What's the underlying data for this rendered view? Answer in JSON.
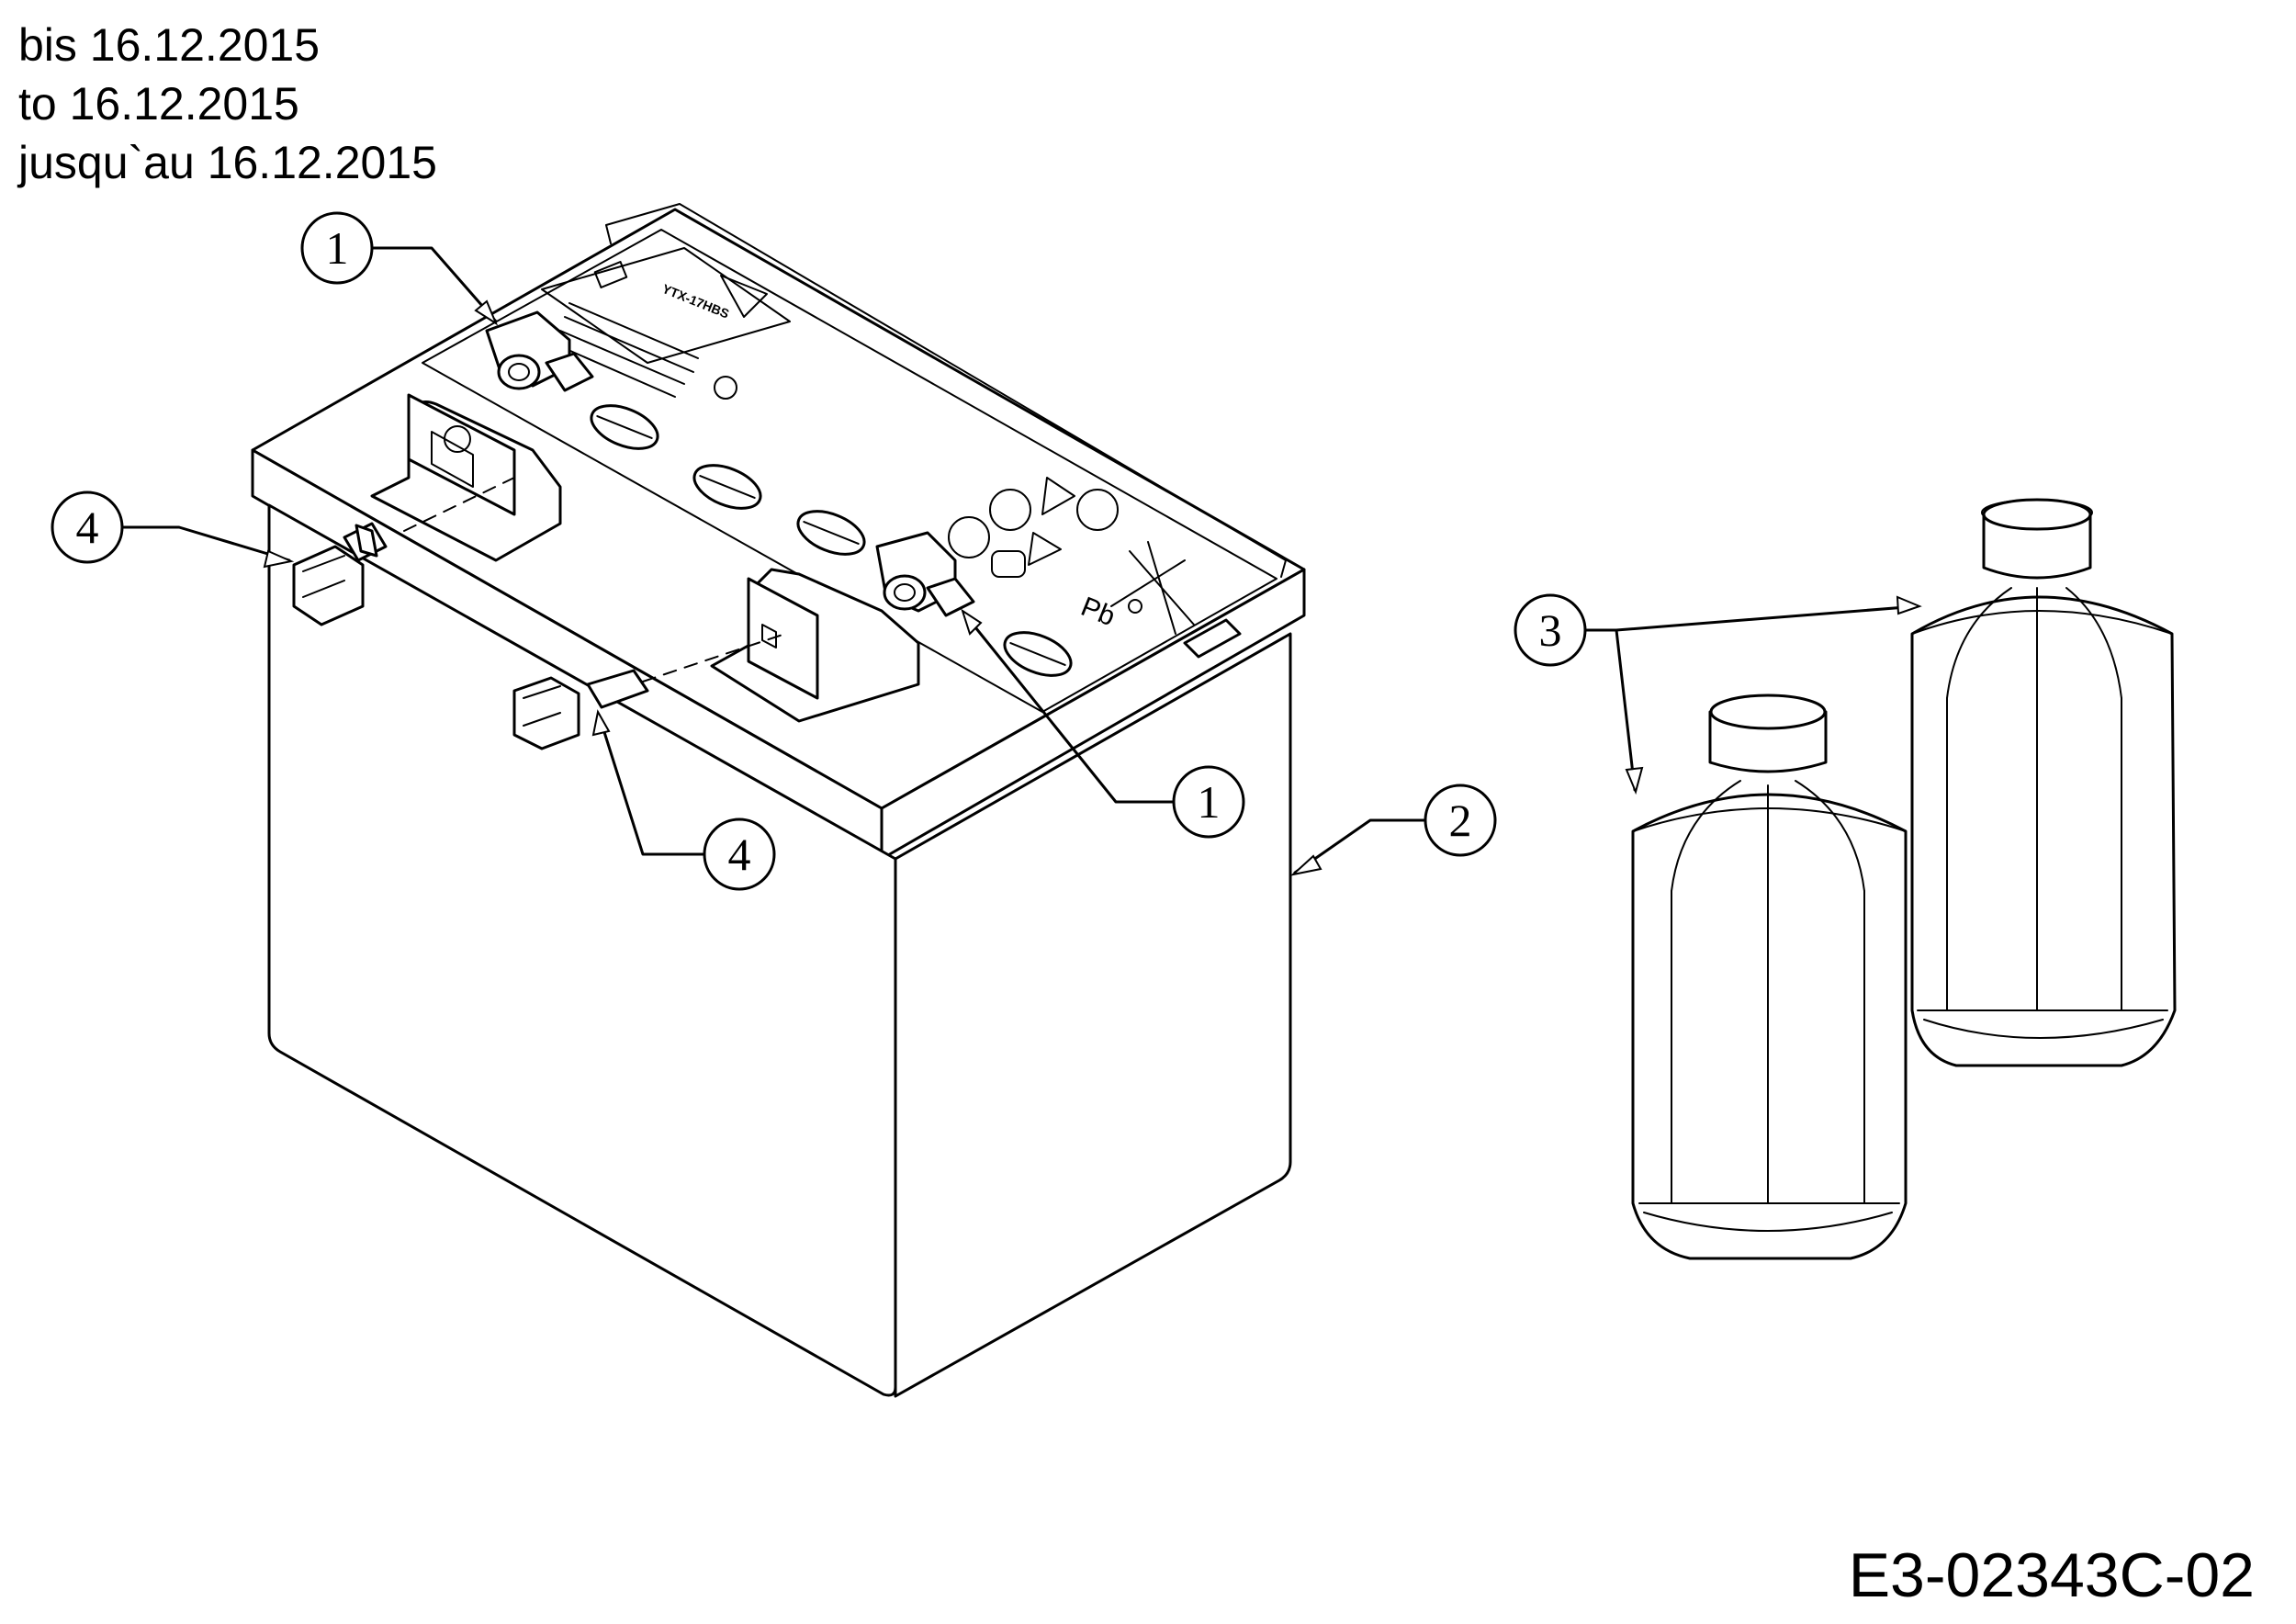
{
  "header": {
    "lines": [
      "bis 16.12.2015",
      "to 16.12.2015",
      "jusqu`au 16.12.2015"
    ]
  },
  "drawing_code": "E3-02343C-02",
  "callouts": {
    "terminal_cap_top": "1",
    "terminal_cap_right": "1",
    "battery": "2",
    "acid_bottles": "3",
    "bolt_left": "4",
    "bolt_bottom": "4"
  },
  "battery_label": {
    "model": "YTX-17HBS",
    "pb": "Pb"
  },
  "icons": [
    "battery-icon",
    "recycle-icon",
    "warning-icon",
    "no-fire-icon",
    "eye-protection-icon",
    "no-children-icon",
    "read-manual-icon",
    "explosion-icon",
    "corrosive-icon",
    "crossed-bin-icon"
  ]
}
